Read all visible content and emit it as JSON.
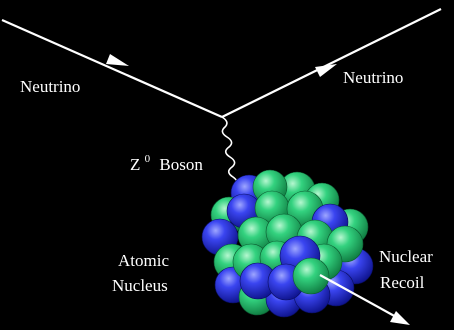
{
  "background_color": "#000000",
  "line_color": "#ffffff",
  "labels": {
    "neutrino_in": "Neutrino",
    "neutrino_out": "Neutrino",
    "boson_letter": "Z",
    "boson_superscript": "0",
    "boson_word": "Boson",
    "nucleus_line1": "Atomic",
    "nucleus_line2": "Nucleus",
    "recoil_line1": "Nuclear",
    "recoil_line2": "Recoil"
  },
  "nucleon_colors": {
    "proton": "#2b35e0",
    "neutron": "#2fcf7a"
  }
}
